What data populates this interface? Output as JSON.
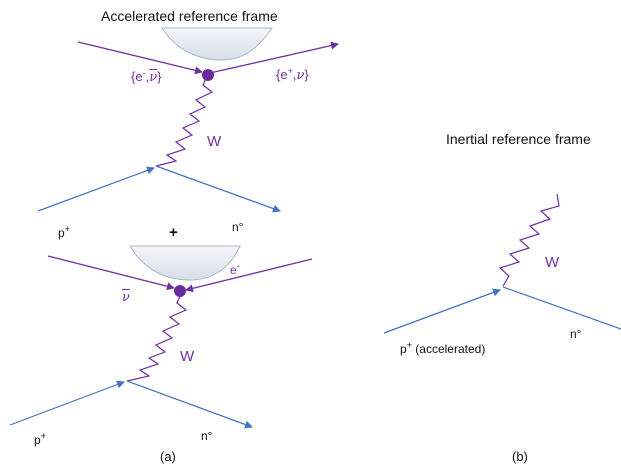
{
  "colors": {
    "fermion_line": "#4472c4",
    "boson_line": "#7030a0",
    "vertex": "#6a2c9c",
    "text": "#111111",
    "horizon_fill": "#e6ebf2"
  },
  "labels": {
    "top_title": "Accelerated reference frame",
    "right_title": "Inertial reference frame",
    "plus": "+",
    "panel_a": "(a)",
    "panel_b": "(b)",
    "top": {
      "incoming_pair": "{e",
      "incoming_pair_sup": "-",
      "incoming_pair_nu": "ν",
      "incoming_pair_end": "}",
      "outgoing_pair": "{e",
      "outgoing_pair_sup": "+",
      "outgoing_pair_nu": "ν",
      "outgoing_pair_end": "}",
      "boson": "W",
      "proton": "p",
      "proton_sup": "+",
      "neutron": "n°"
    },
    "bottom": {
      "antineutrino": "ν",
      "electron": "e",
      "electron_sup": "-",
      "boson": "W",
      "proton": "p",
      "proton_sup": "+",
      "neutron": "n°"
    },
    "right": {
      "boson": "W",
      "proton": "p",
      "proton_sup": "+",
      "proton_note": " (accelerated)",
      "neutron": "n°"
    }
  }
}
